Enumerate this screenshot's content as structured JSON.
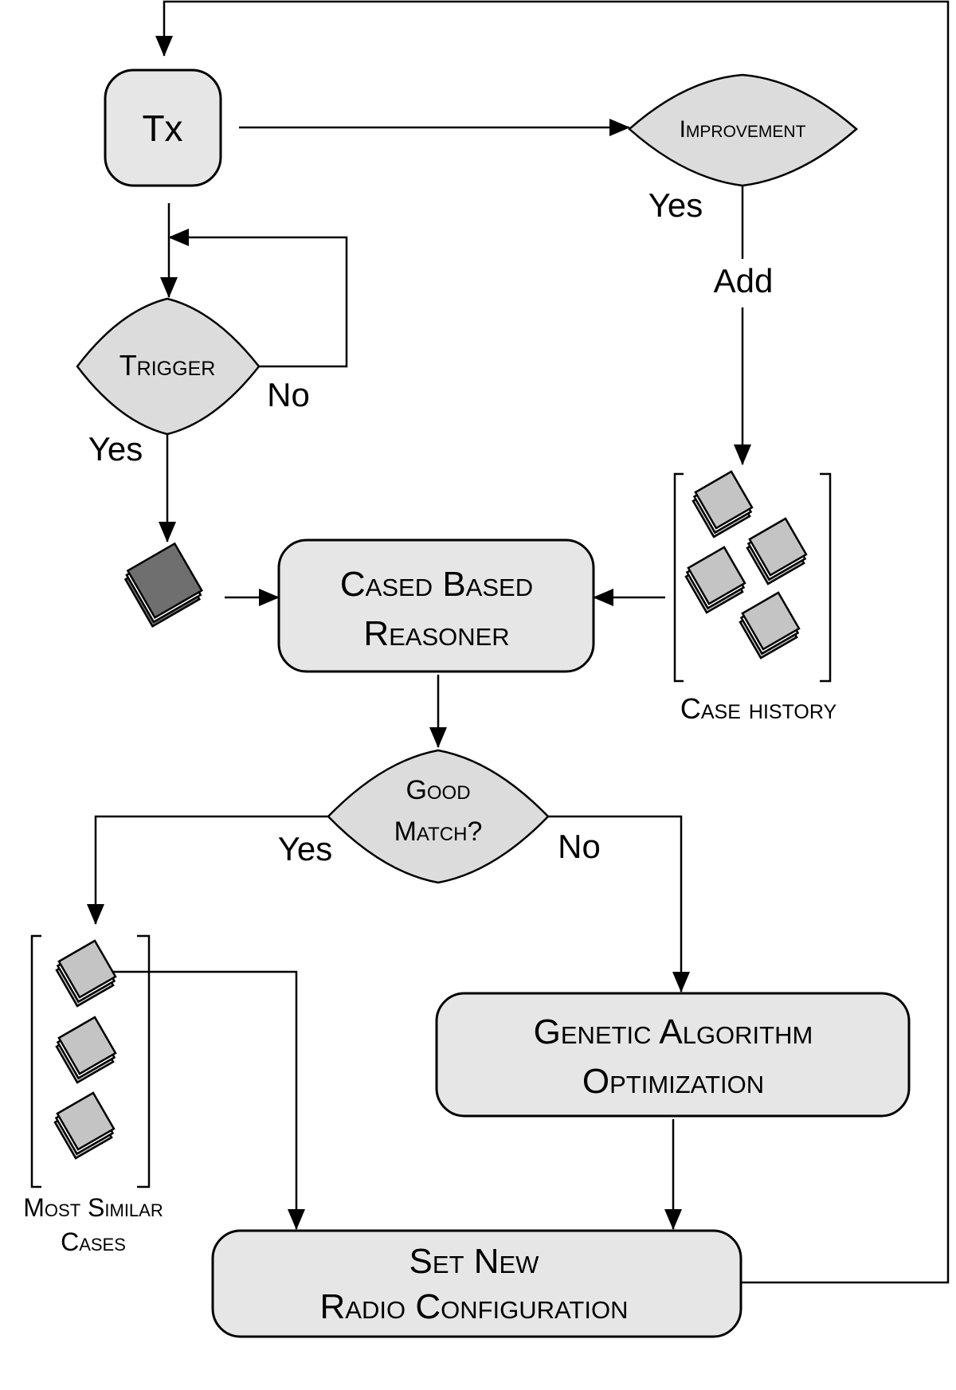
{
  "nodes": {
    "tx": "Tx",
    "improvement": "Improvement",
    "trigger": "Trigger",
    "cbr_line1": "Cased Based",
    "cbr_line2": "Reasoner",
    "good_match_line1": "Good",
    "good_match_line2": "Match?",
    "ga_line1": "Genetic Algorithm",
    "ga_line2": "Optimization",
    "set_line1": "Set New",
    "set_line2": "Radio Configuration"
  },
  "labels": {
    "improvement_yes": "Yes",
    "add": "Add",
    "trigger_no": "No",
    "trigger_yes": "Yes",
    "match_yes": "Yes",
    "match_no": "No",
    "case_history": "Case history",
    "most_similar_line1": "Most Similar",
    "most_similar_line2": "Cases"
  },
  "colors": {
    "node_fill": "#e6e6e6",
    "decision_fill": "#dcdcdc",
    "card_fill": "#c4c4c4",
    "current_case_fill": "#6f6f6f",
    "stroke": "#000000"
  }
}
